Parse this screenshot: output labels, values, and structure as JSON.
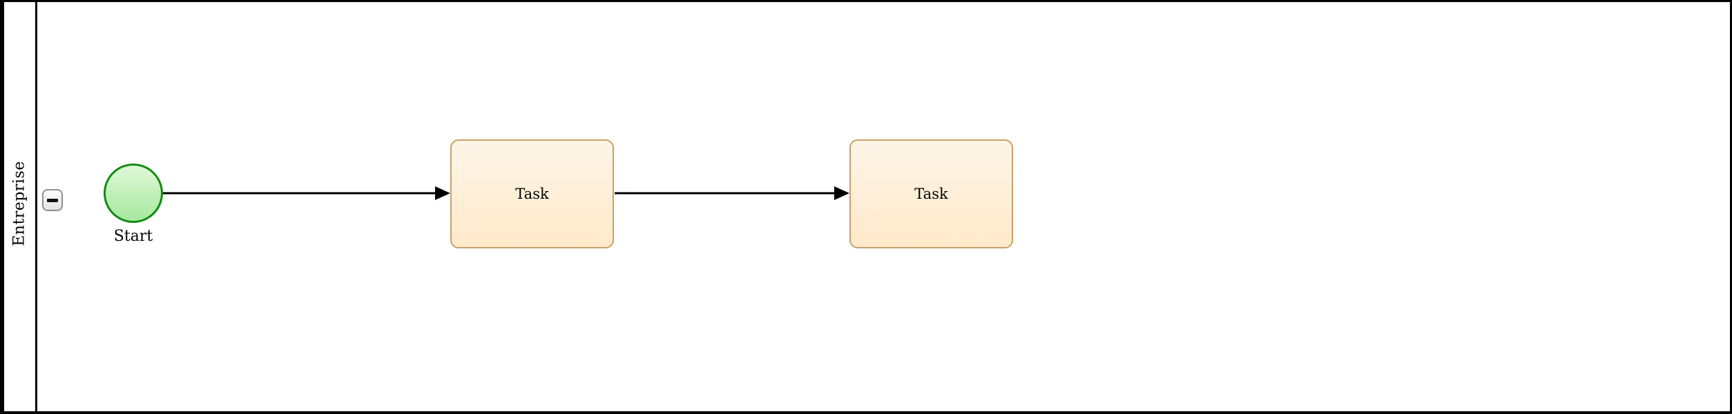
{
  "diagram": {
    "type": "bpmn-process",
    "pool": {
      "label": "Entreprise",
      "collapse_icon": "minus-icon",
      "collapsed": false
    },
    "nodes": [
      {
        "id": "start",
        "type": "start-event",
        "label": "Start"
      },
      {
        "id": "task1",
        "type": "task",
        "label": "Task"
      },
      {
        "id": "task2",
        "type": "task",
        "label": "Task"
      }
    ],
    "edges": [
      {
        "from": "start",
        "to": "task1",
        "style": "sequence-flow"
      },
      {
        "from": "task1",
        "to": "task2",
        "style": "sequence-flow"
      }
    ],
    "colors": {
      "pool_border": "#000000",
      "edge": "#000000",
      "task_stroke": "#c8a06a",
      "task_fill_top": "#fdf5e8",
      "task_fill_bottom": "#ffe9c9",
      "event_stroke": "#128a12",
      "event_fill_top": "#dff8d8",
      "event_fill_bottom": "#a6e89e",
      "button_border": "#8f8f8f"
    }
  }
}
